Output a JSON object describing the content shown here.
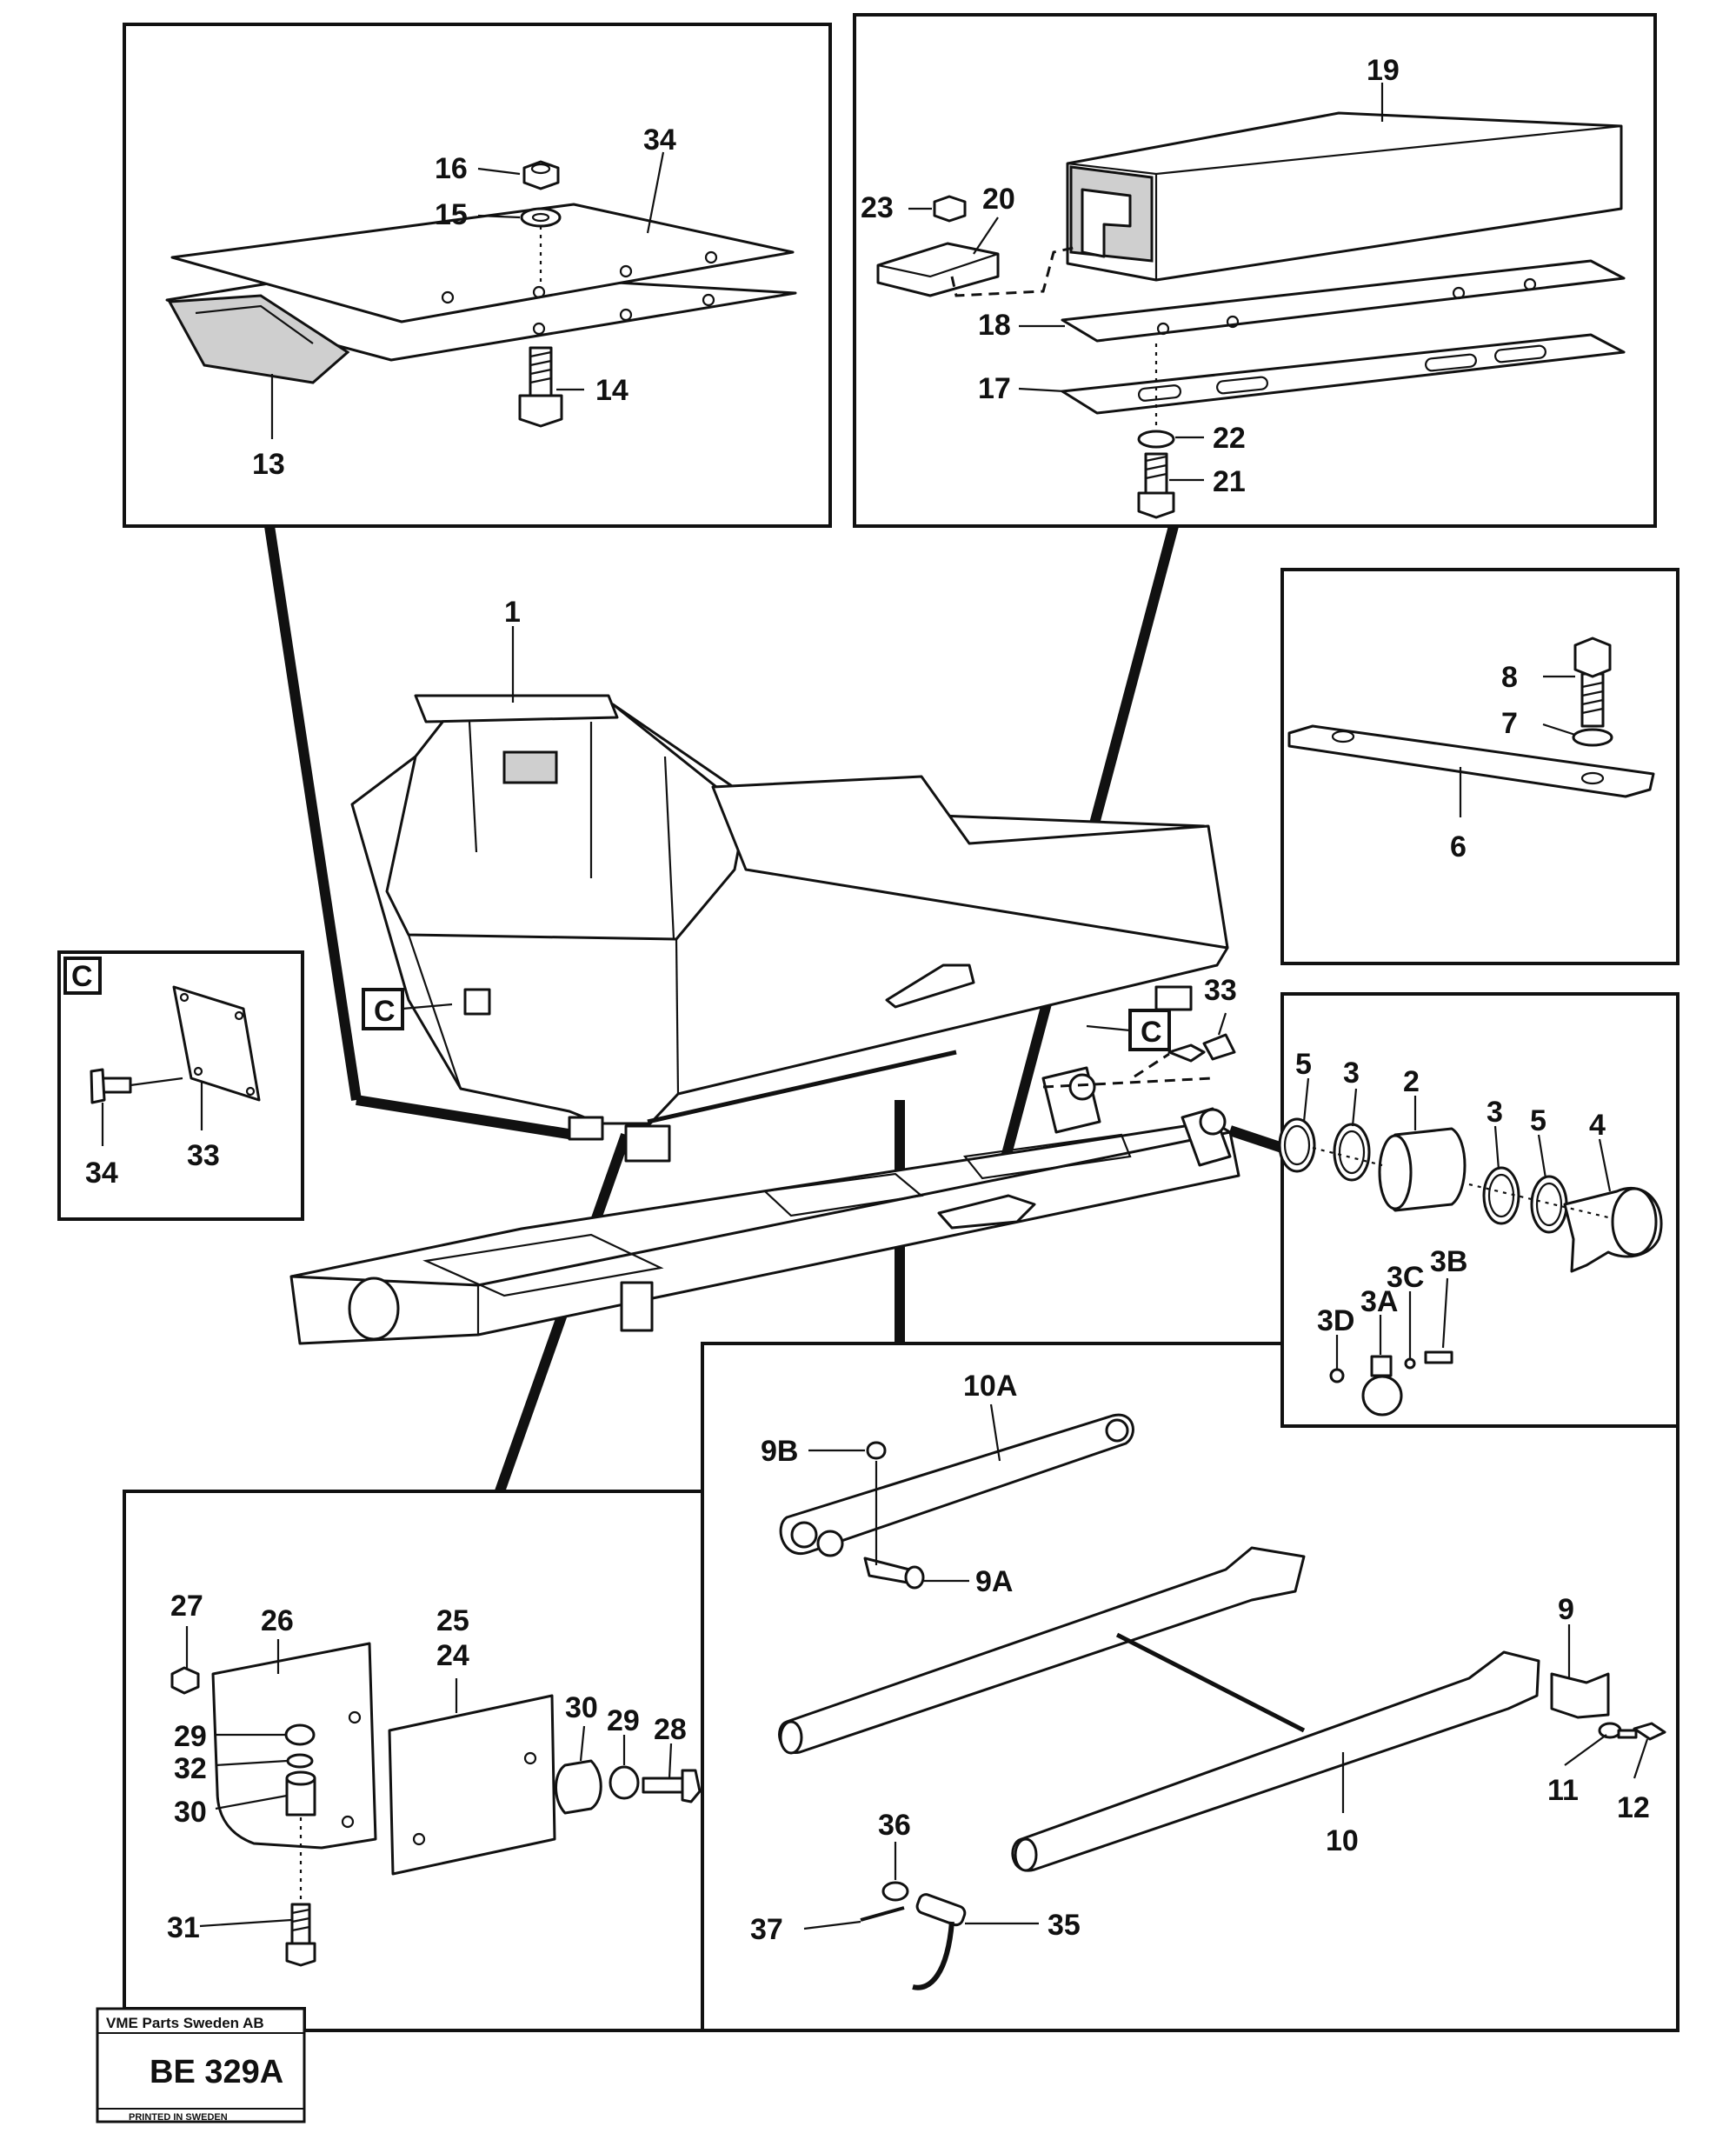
{
  "callouts": {
    "c16": "16",
    "c15": "15",
    "c34a": "34",
    "c14": "14",
    "c13": "13",
    "c19": "19",
    "c23": "23",
    "c20": "20",
    "c18": "18",
    "c17": "17",
    "c22": "22",
    "c21": "21",
    "c1": "1",
    "c8": "8",
    "c7": "7",
    "c6": "6",
    "cC_box": "C",
    "cC_left": "C",
    "cC_right": "C",
    "c34b": "34",
    "c33a": "33",
    "c33b": "33",
    "c5a": "5",
    "c3a": "3",
    "c2": "2",
    "c3b": "3",
    "c5b": "5",
    "c4": "4",
    "c3C": "3C",
    "c3B": "3B",
    "c3A": "3A",
    "c3D": "3D",
    "c10A": "10A",
    "c9B": "9B",
    "c9A": "9A",
    "c9": "9",
    "c11": "11",
    "c12": "12",
    "c10": "10",
    "c36": "36",
    "c37": "37",
    "c35": "35",
    "c27": "27",
    "c26": "26",
    "c25": "25",
    "c24": "24",
    "c29a": "29",
    "c32": "32",
    "c30a": "30",
    "c30b": "30",
    "c29b": "29",
    "c28": "28",
    "c31": "31"
  },
  "stamp": {
    "company": "VME Parts Sweden AB",
    "code": "BE 329A",
    "printed": "PRINTED IN SWEDEN"
  }
}
